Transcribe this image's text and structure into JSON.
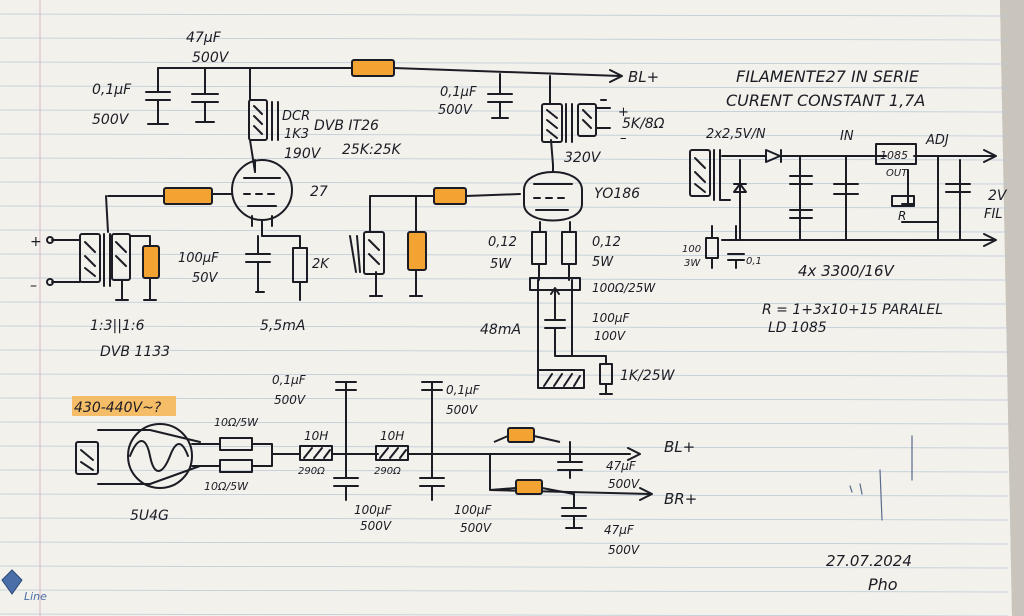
{
  "filament": {
    "title": "FILAMENTE27 IN SERIE",
    "subtitle": "CURENT CONSTANT 1,7A",
    "xfmr": "2x2,5V/N",
    "in_label": "IN",
    "reg_chip": "1085",
    "out_label": "OUT",
    "adj_label": "ADJ",
    "r_label": "R",
    "res100": "100",
    "res100b": "3W",
    "cap01": "0,1",
    "caps": "4x 3300/16V",
    "r_formula": "R = 1+3x10+15 PARALEL",
    "chip_name": "LD 1085",
    "fil_v": "2V",
    "fil": "FIL"
  },
  "amp": {
    "c47": "47µF",
    "c47v": "500V",
    "c01": "0,1µF",
    "c01v": "500V",
    "c01b": "0,1µF",
    "c01bv": "500V",
    "bl_plus": "BL+",
    "dcr1": "DCR",
    "dcr2": "1K3",
    "dvb": "DVB IT26",
    "ratio": "25K:25K",
    "v190": "190V",
    "tube27": "27",
    "v320": "320V",
    "out_imp": "5K/8Ω",
    "tube2": "YO186",
    "plus": "+",
    "minus": "–",
    "in_plus": "+",
    "in_minus": "–",
    "c100": "100µF",
    "c100v": "50V",
    "r2k": "2K",
    "ma55": "5,5mA",
    "xfmr_ratio": "1:3||1:6",
    "xfmr_name": "DVB 1133",
    "r012a": "0,12",
    "r012aw": "5W",
    "r012b": "0,12",
    "r012bw": "5W",
    "pot": "100Ω/25W",
    "c100b": "100µF",
    "c100bv": "100V",
    "ma48": "48mA",
    "r1k": "1K/25W"
  },
  "psu": {
    "mains": "430-440V~?",
    "c01": "0,1µF",
    "c01v": "500V",
    "c01b": "0,1µF",
    "c01bv": "500V",
    "r10a": "10Ω/5W",
    "r10b": "10Ω/5W",
    "l1": "10H",
    "l1r": "290Ω",
    "l2": "10H",
    "l2r": "290Ω",
    "rect": "5U4G",
    "c100a": "100µF",
    "c100av": "500V",
    "c100b": "100µF",
    "c100bv": "500V",
    "c47a": "47µF",
    "c47av": "500V",
    "c47b": "47µF",
    "c47bv": "500V",
    "bl_plus": "BL+",
    "br_plus": "BR+"
  },
  "footer": {
    "date": "27.07.2024",
    "signature": "Pho",
    "pad_brand": "Line"
  },
  "colors": {
    "paper": "#f3f1ec",
    "ink": "#1c1c24",
    "highlight": "#f3a332",
    "ruling": "#b9c7d6",
    "margin": "#d9b6c0"
  }
}
